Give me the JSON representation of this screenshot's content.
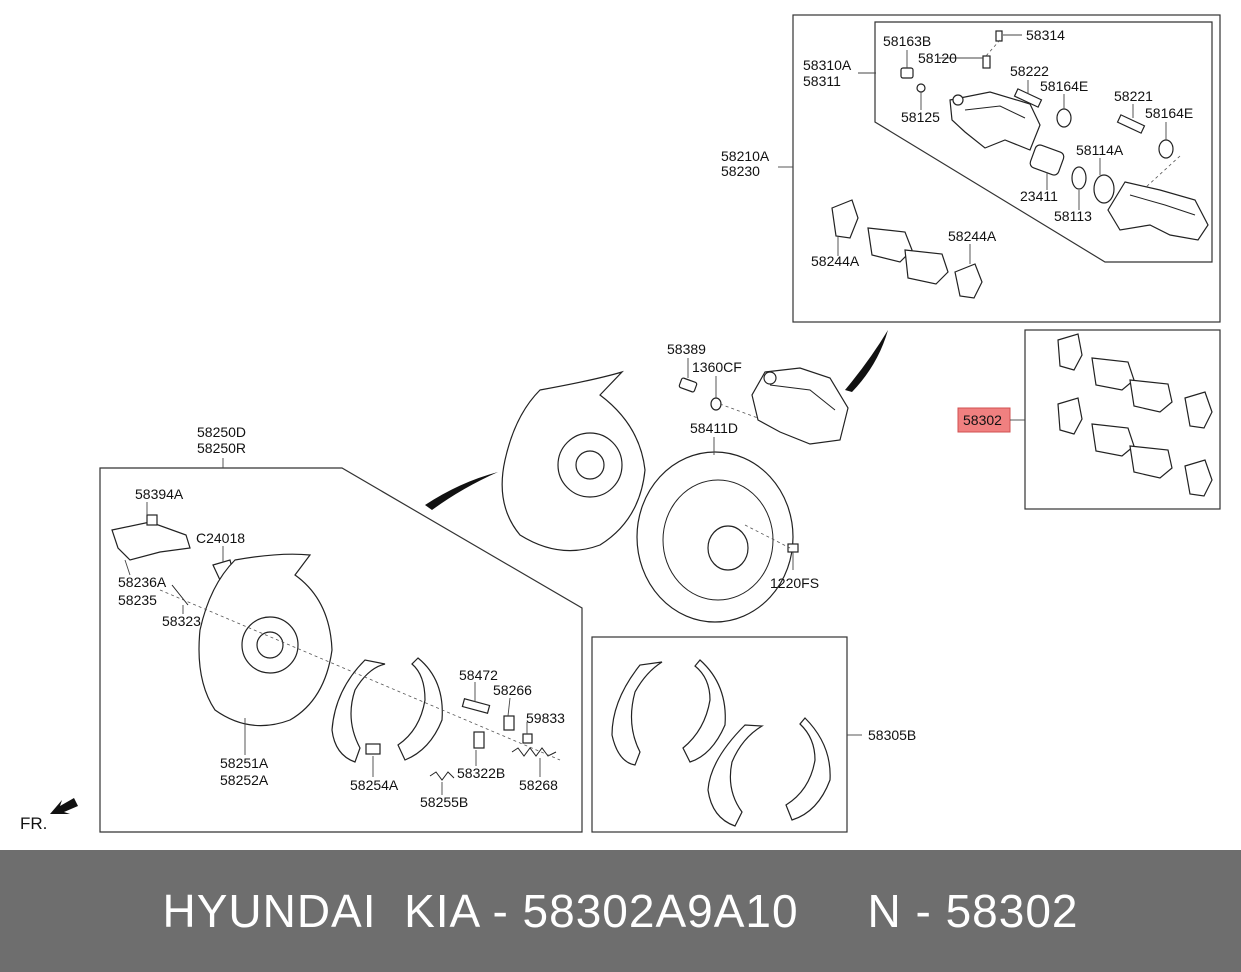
{
  "labels": {
    "l58314": "58314",
    "l58163B": "58163B",
    "l58120": "58120",
    "l58310A": "58310A",
    "l58311": "58311",
    "l58222": "58222",
    "l58164E_1": "58164E",
    "l58221": "58221",
    "l58164E_2": "58164E",
    "l58125": "58125",
    "l58114A": "58114A",
    "l58210A": "58210A",
    "l58230": "58230",
    "l23411": "23411",
    "l58113": "58113",
    "l58244A_1": "58244A",
    "l58244A_2": "58244A",
    "l58389": "58389",
    "l1360CF": "1360CF",
    "l58411D": "58411D",
    "l58302": "58302",
    "l58250D": "58250D",
    "l58250R": "58250R",
    "l58394A": "58394A",
    "lC24018": "C24018",
    "l58236A": "58236A",
    "l58235": "58235",
    "l58323": "58323",
    "l1220FS": "1220FS",
    "l58472": "58472",
    "l58266": "58266",
    "l59833": "59833",
    "l58251A": "58251A",
    "l58252A": "58252A",
    "l58254A": "58254A",
    "l58322B": "58322B",
    "l58268": "58268",
    "l58255B": "58255B",
    "l58305B": "58305B",
    "fr": "FR."
  },
  "footer": {
    "text": "HYUNDAI  KIA - 58302A9A10     N - 58302"
  },
  "colors": {
    "highlight": "#f08080",
    "footer_bg": "#6e6e6e"
  },
  "icons": [
    "caliper-icon",
    "brake-pad-icon",
    "brake-rotor-icon",
    "backing-plate-icon",
    "brake-shoe-icon",
    "front-direction-arrow-icon"
  ]
}
